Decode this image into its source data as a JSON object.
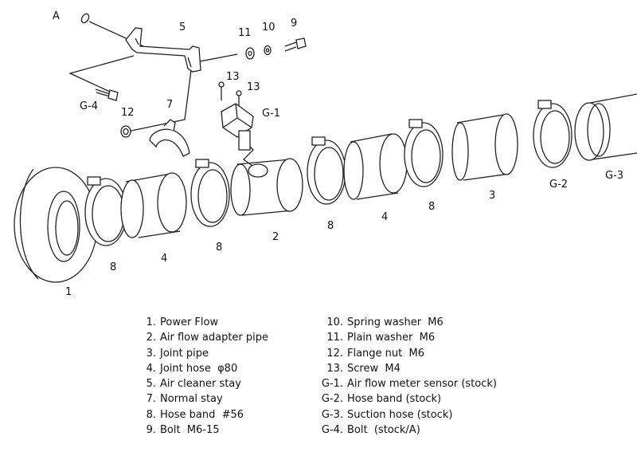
{
  "callouts": {
    "A": "A",
    "c1": "1",
    "c2": "2",
    "c3": "3",
    "c4a": "4",
    "c4b": "4",
    "c5": "5",
    "c7": "7",
    "c8a": "8",
    "c8b": "8",
    "c8c": "8",
    "c8d": "8",
    "c9": "9",
    "c10": "10",
    "c11": "11",
    "c12": "12",
    "c13a": "13",
    "c13b": "13",
    "g1": "G-1",
    "g2": "G-2",
    "g3": "G-3",
    "g4": "G-4"
  },
  "legend_left": [
    {
      "num": "1.",
      "label": "Power Flow"
    },
    {
      "num": "2.",
      "label": "Air flow adapter pipe"
    },
    {
      "num": "3.",
      "label": "Joint pipe"
    },
    {
      "num": "4.",
      "label": "Joint hose  φ80"
    },
    {
      "num": "5.",
      "label": "Air cleaner stay"
    },
    {
      "num": "7.",
      "label": "Normal stay"
    },
    {
      "num": "8.",
      "label": "Hose band  #56"
    },
    {
      "num": "9.",
      "label": "Bolt  M6-15"
    }
  ],
  "legend_right": [
    {
      "num": "10.",
      "label": "Spring washer  M6"
    },
    {
      "num": "11.",
      "label": "Plain washer  M6"
    },
    {
      "num": "12.",
      "label": "Flange nut  M6"
    },
    {
      "num": "13.",
      "label": "Screw  M4"
    },
    {
      "num": "G-1.",
      "label": "Air flow meter sensor (stock)"
    },
    {
      "num": "G-2.",
      "label": "Hose band (stock)"
    },
    {
      "num": "G-3.",
      "label": "Suction hose (stock)"
    },
    {
      "num": "G-4.",
      "label": "Bolt  (stock/A)"
    }
  ]
}
